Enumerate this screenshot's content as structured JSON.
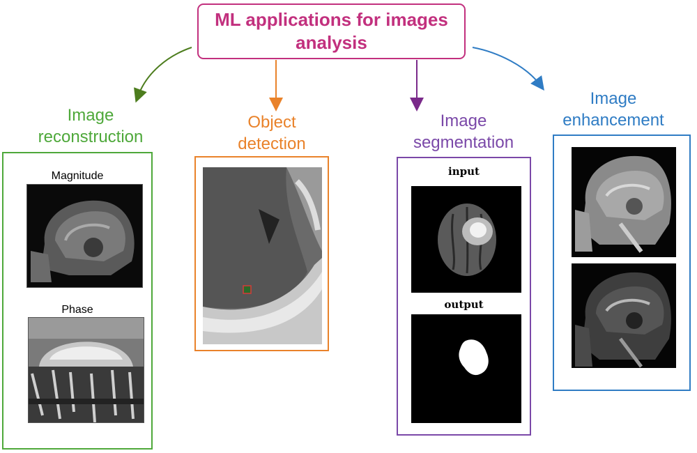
{
  "title": "ML applications for images analysis",
  "colors": {
    "title": "#c2307e",
    "reconstruction": "#4ea83a",
    "detection": "#e9822a",
    "segmentation": "#7a48a8",
    "enhancement": "#2f7cc4"
  },
  "categories": {
    "reconstruction": {
      "label_line1": "Image",
      "label_line2": "reconstruction",
      "images": [
        "Magnitude",
        "Phase"
      ]
    },
    "detection": {
      "label_line1": "Object",
      "label_line2": "detection"
    },
    "segmentation": {
      "label_line1": "Image",
      "label_line2": "segmentation",
      "images": [
        "input",
        "output"
      ]
    },
    "enhancement": {
      "label_line1": "Image",
      "label_line2": "enhancement"
    }
  }
}
